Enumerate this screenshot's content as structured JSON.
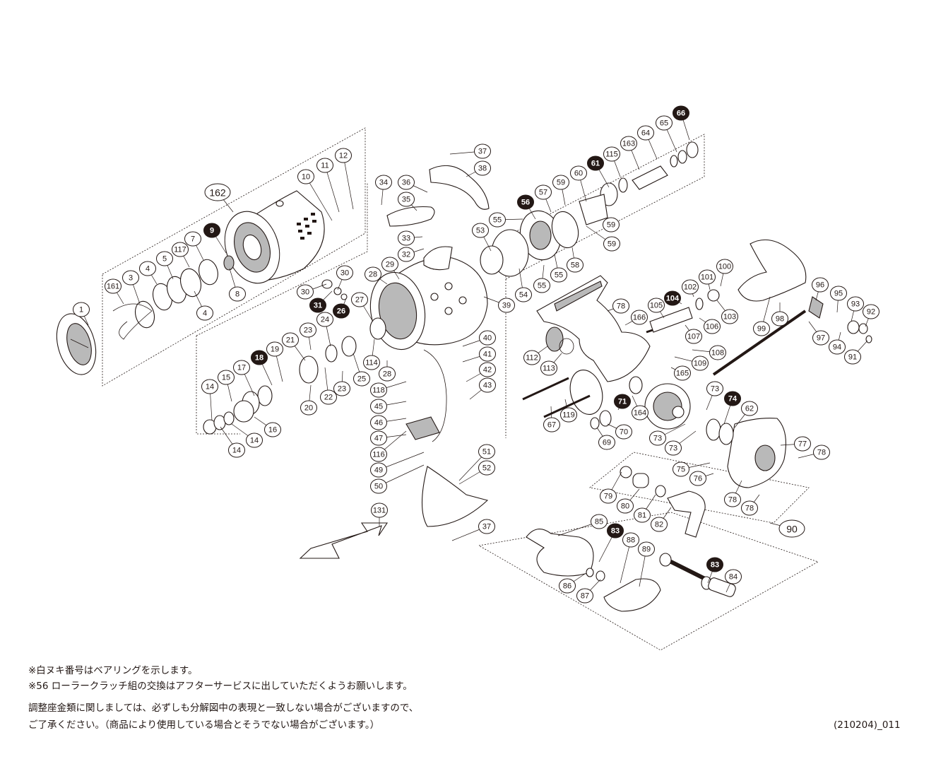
{
  "notes": {
    "line1": "※白ヌキ番号はベアリングを示します。",
    "line2": "※56 ローラークラッチ組の交換はアフターサービスに出していただくようお願いします。",
    "line3": "調整座金類に関しましては、必ずしも分解図中の表現と一致しない場合がございますので、",
    "line4": "ご了承ください。（商品により使用している場合とそうでない場合がございます。）",
    "code": "(210204)_011"
  },
  "callouts": [
    {
      "label": "1",
      "kind": "plain"
    },
    {
      "label": "161",
      "kind": "plain"
    },
    {
      "label": "3",
      "kind": "plain"
    },
    {
      "label": "4",
      "kind": "plain"
    },
    {
      "label": "5",
      "kind": "plain"
    },
    {
      "label": "117",
      "kind": "plain"
    },
    {
      "label": "7",
      "kind": "plain"
    },
    {
      "label": "9",
      "kind": "bearing"
    },
    {
      "label": "8",
      "kind": "plain"
    },
    {
      "label": "4",
      "kind": "plain"
    },
    {
      "label": "162",
      "kind": "group"
    },
    {
      "label": "10",
      "kind": "plain"
    },
    {
      "label": "11",
      "kind": "plain"
    },
    {
      "label": "12",
      "kind": "plain"
    },
    {
      "label": "34",
      "kind": "plain"
    },
    {
      "label": "36",
      "kind": "plain"
    },
    {
      "label": "35",
      "kind": "plain"
    },
    {
      "label": "37",
      "kind": "plain"
    },
    {
      "label": "38",
      "kind": "plain"
    },
    {
      "label": "33",
      "kind": "plain"
    },
    {
      "label": "32",
      "kind": "plain"
    },
    {
      "label": "28",
      "kind": "plain"
    },
    {
      "label": "29",
      "kind": "plain"
    },
    {
      "label": "30",
      "kind": "plain"
    },
    {
      "label": "30",
      "kind": "plain"
    },
    {
      "label": "31",
      "kind": "bearing"
    },
    {
      "label": "26",
      "kind": "bearing"
    },
    {
      "label": "27",
      "kind": "plain"
    },
    {
      "label": "39",
      "kind": "plain"
    },
    {
      "label": "23",
      "kind": "plain"
    },
    {
      "label": "24",
      "kind": "plain"
    },
    {
      "label": "21",
      "kind": "plain"
    },
    {
      "label": "19",
      "kind": "plain"
    },
    {
      "label": "18",
      "kind": "bearing"
    },
    {
      "label": "17",
      "kind": "plain"
    },
    {
      "label": "15",
      "kind": "plain"
    },
    {
      "label": "14",
      "kind": "plain"
    },
    {
      "label": "16",
      "kind": "plain"
    },
    {
      "label": "14",
      "kind": "plain"
    },
    {
      "label": "14",
      "kind": "plain"
    },
    {
      "label": "20",
      "kind": "plain"
    },
    {
      "label": "22",
      "kind": "plain"
    },
    {
      "label": "23",
      "kind": "plain"
    },
    {
      "label": "25",
      "kind": "plain"
    },
    {
      "label": "114",
      "kind": "plain"
    },
    {
      "label": "28",
      "kind": "plain"
    },
    {
      "label": "40",
      "kind": "plain"
    },
    {
      "label": "41",
      "kind": "plain"
    },
    {
      "label": "42",
      "kind": "plain"
    },
    {
      "label": "43",
      "kind": "plain"
    },
    {
      "label": "118",
      "kind": "plain"
    },
    {
      "label": "45",
      "kind": "plain"
    },
    {
      "label": "46",
      "kind": "plain"
    },
    {
      "label": "47",
      "kind": "plain"
    },
    {
      "label": "116",
      "kind": "plain"
    },
    {
      "label": "49",
      "kind": "plain"
    },
    {
      "label": "50",
      "kind": "plain"
    },
    {
      "label": "51",
      "kind": "plain"
    },
    {
      "label": "52",
      "kind": "plain"
    },
    {
      "label": "131",
      "kind": "plain"
    },
    {
      "label": "37",
      "kind": "plain"
    },
    {
      "label": "53",
      "kind": "plain"
    },
    {
      "label": "54",
      "kind": "plain"
    },
    {
      "label": "55",
      "kind": "plain"
    },
    {
      "label": "56",
      "kind": "bearing"
    },
    {
      "label": "57",
      "kind": "plain"
    },
    {
      "label": "55",
      "kind": "plain"
    },
    {
      "label": "55",
      "kind": "plain"
    },
    {
      "label": "58",
      "kind": "plain"
    },
    {
      "label": "59",
      "kind": "plain"
    },
    {
      "label": "60",
      "kind": "plain"
    },
    {
      "label": "59",
      "kind": "plain"
    },
    {
      "label": "59",
      "kind": "plain"
    },
    {
      "label": "61",
      "kind": "bearing"
    },
    {
      "label": "115",
      "kind": "plain"
    },
    {
      "label": "163",
      "kind": "plain"
    },
    {
      "label": "64",
      "kind": "plain"
    },
    {
      "label": "65",
      "kind": "plain"
    },
    {
      "label": "66",
      "kind": "bearing"
    },
    {
      "label": "78",
      "kind": "plain"
    },
    {
      "label": "166",
      "kind": "plain"
    },
    {
      "label": "105",
      "kind": "plain"
    },
    {
      "label": "104",
      "kind": "bearing"
    },
    {
      "label": "102",
      "kind": "plain"
    },
    {
      "label": "101",
      "kind": "plain"
    },
    {
      "label": "100",
      "kind": "plain"
    },
    {
      "label": "103",
      "kind": "plain"
    },
    {
      "label": "106",
      "kind": "plain"
    },
    {
      "label": "107",
      "kind": "plain"
    },
    {
      "label": "108",
      "kind": "plain"
    },
    {
      "label": "109",
      "kind": "plain"
    },
    {
      "label": "165",
      "kind": "plain"
    },
    {
      "label": "112",
      "kind": "plain"
    },
    {
      "label": "113",
      "kind": "plain"
    },
    {
      "label": "119",
      "kind": "plain"
    },
    {
      "label": "67",
      "kind": "plain"
    },
    {
      "label": "71",
      "kind": "bearing"
    },
    {
      "label": "164",
      "kind": "plain"
    },
    {
      "label": "70",
      "kind": "plain"
    },
    {
      "label": "69",
      "kind": "plain"
    },
    {
      "label": "73",
      "kind": "plain"
    },
    {
      "label": "74",
      "kind": "bearing"
    },
    {
      "label": "62",
      "kind": "plain"
    },
    {
      "label": "73",
      "kind": "plain"
    },
    {
      "label": "73",
      "kind": "plain"
    },
    {
      "label": "77",
      "kind": "plain"
    },
    {
      "label": "78",
      "kind": "plain"
    },
    {
      "label": "75",
      "kind": "plain"
    },
    {
      "label": "76",
      "kind": "plain"
    },
    {
      "label": "78",
      "kind": "plain"
    },
    {
      "label": "78",
      "kind": "plain"
    },
    {
      "label": "99",
      "kind": "plain"
    },
    {
      "label": "98",
      "kind": "plain"
    },
    {
      "label": "96",
      "kind": "plain"
    },
    {
      "label": "95",
      "kind": "plain"
    },
    {
      "label": "93",
      "kind": "plain"
    },
    {
      "label": "92",
      "kind": "plain"
    },
    {
      "label": "97",
      "kind": "plain"
    },
    {
      "label": "94",
      "kind": "plain"
    },
    {
      "label": "91",
      "kind": "plain"
    },
    {
      "label": "90",
      "kind": "group"
    },
    {
      "label": "79",
      "kind": "plain"
    },
    {
      "label": "80",
      "kind": "plain"
    },
    {
      "label": "81",
      "kind": "plain"
    },
    {
      "label": "82",
      "kind": "plain"
    },
    {
      "label": "85",
      "kind": "plain"
    },
    {
      "label": "83",
      "kind": "bearing"
    },
    {
      "label": "88",
      "kind": "plain"
    },
    {
      "label": "89",
      "kind": "plain"
    },
    {
      "label": "86",
      "kind": "plain"
    },
    {
      "label": "87",
      "kind": "plain"
    },
    {
      "label": "83",
      "kind": "bearing"
    },
    {
      "label": "84",
      "kind": "plain"
    }
  ]
}
